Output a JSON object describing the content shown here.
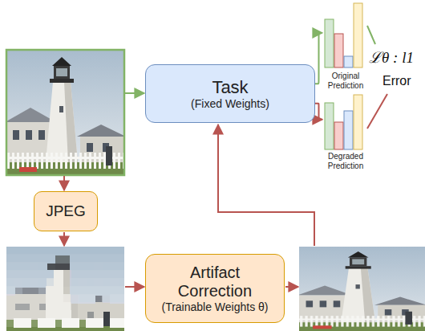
{
  "diagram": {
    "nodes": [
      {
        "text": [
          "Task",
          "(Fixed Weights)"
        ]
      },
      {
        "text": [
          "JPEG"
        ]
      },
      {
        "text": [
          "Artifact Correction",
          "(Trainable Weights θ)"
        ]
      },
      {
        "text": [
          "Original Prediction"
        ]
      },
      {
        "text": [
          "Degraded Prediction"
        ]
      }
    ],
    "edges": [
      {
        "from": 0,
        "to": 3,
        "arrow": "to"
      },
      {
        "from": 0,
        "to": 4,
        "arrow": "to"
      }
    ],
    "labels": [
      "ℒθ : l1",
      "Error"
    ]
  }
}
